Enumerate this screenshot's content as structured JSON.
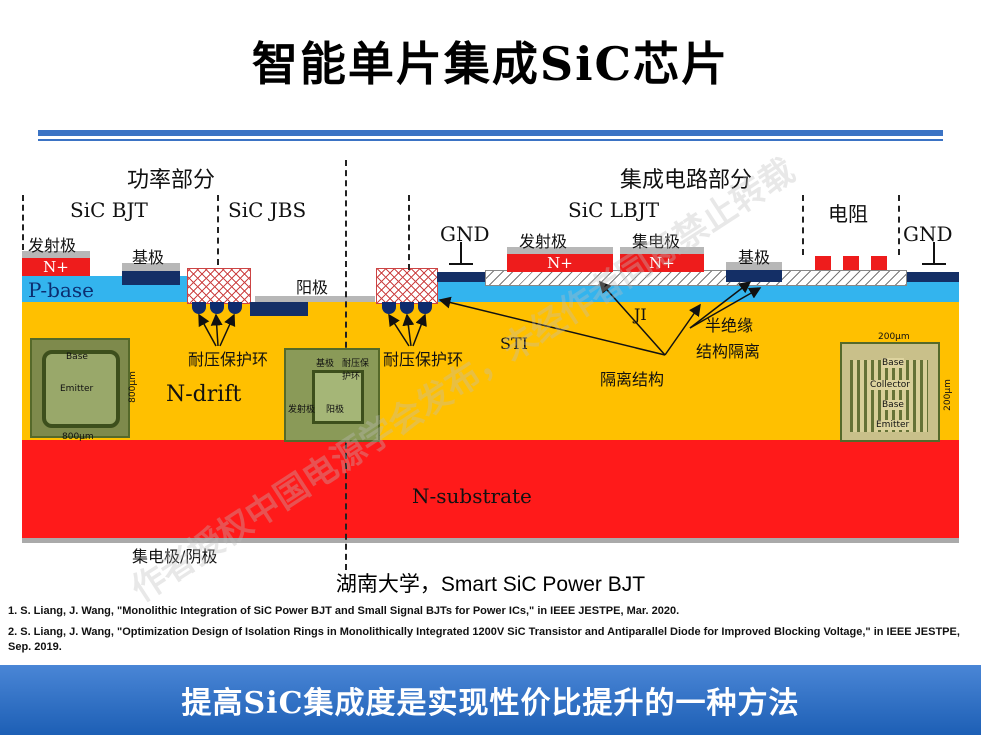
{
  "slide": {
    "title": "智能单片集成SiC芯片",
    "caption": "湖南大学，Smart SiC Power BJT",
    "bottom_banner": "提高SiC集成度是实现性价比提升的一种方法",
    "watermark": "作者授权中国电源学会发布，未经作者同意禁止转载"
  },
  "references": [
    "1. S. Liang, J. Wang, \"Monolithic Integration of SiC Power BJT and Small Signal BJTs for Power ICs,\" in IEEE JESTPE, Mar. 2020.",
    "2. S. Liang, J. Wang, \"Optimization Design of Isolation Rings in Monolithically Integrated 1200V SiC Transistor and Antiparallel Diode for Improved Blocking Voltage,\" in IEEE JESTPE, Sep. 2019."
  ],
  "diagram": {
    "power_section": "功率部分",
    "ic_section": "集成电路部分",
    "sic_bjt": "SiC BJT",
    "sic_jbs": "SiC JBS",
    "sic_lbjt": "SiC LBJT",
    "resistor": "电阻",
    "gnd_left": "GND",
    "gnd_right": "GND",
    "emitter_left": "发射极",
    "emitter_right": "发射极",
    "base_left": "基极",
    "base_right": "基极",
    "collector": "集电极",
    "anode": "阳极",
    "nplus_1": "N+",
    "nplus_2": "N+",
    "nplus_3": "N+",
    "p_base": "P-base",
    "n_drift": "N-drift",
    "n_substrate": "N-substrate",
    "guard_ring_left": "耐压保护环",
    "guard_ring_right": "耐压保护环",
    "sti": "STI",
    "ji": "JI",
    "semi_insulating": "半绝缘",
    "structural_isolation": "结构隔离",
    "isolation_structure": "隔离结构",
    "bottom_electrode": "集电极/阴极",
    "photo_left": {
      "base": "Base",
      "emitter": "Emitter",
      "dim_h": "800μm",
      "dim_v": "800μm"
    },
    "photo_mid": {
      "base": "基极",
      "ring": "耐压保护环",
      "emitter": "发射极",
      "anode": "阳极"
    },
    "photo_right": {
      "dim_top": "200μm",
      "base_top": "Base",
      "collector": "Collector",
      "base_bottom": "Base",
      "emitter": "Emitter",
      "dim_v": "200μm"
    }
  }
}
